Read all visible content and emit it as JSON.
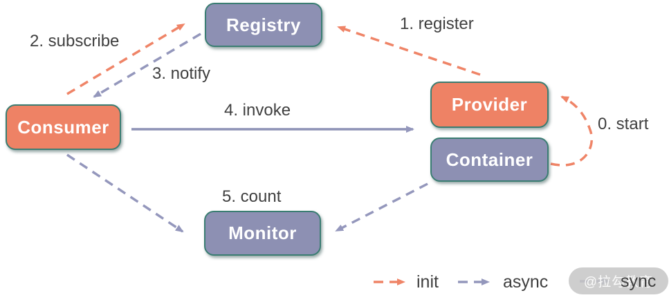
{
  "diagram": {
    "title_present": false,
    "nodes": {
      "registry": {
        "label": "Registry",
        "fill": "#8d90b3"
      },
      "consumer": {
        "label": "Consumer",
        "fill": "#ee8265"
      },
      "provider": {
        "label": "Provider",
        "fill": "#ee8265"
      },
      "container": {
        "label": "Container",
        "fill": "#8d90b3"
      },
      "monitor": {
        "label": "Monitor",
        "fill": "#8d90b3"
      }
    },
    "edges": {
      "start": {
        "label": "0. start",
        "style": "init-dashed",
        "from": "container",
        "to": "provider"
      },
      "register": {
        "label": "1. register",
        "style": "init-dashed",
        "from": "provider",
        "to": "registry"
      },
      "subscribe": {
        "label": "2. subscribe",
        "style": "init-dashed",
        "from": "consumer",
        "to": "registry"
      },
      "notify": {
        "label": "3. notify",
        "style": "async-dashed",
        "from": "registry",
        "to": "consumer"
      },
      "invoke": {
        "label": "4. invoke",
        "style": "sync-solid",
        "from": "consumer",
        "to": "provider"
      },
      "count": {
        "label": "5. count",
        "style": "async-dashed",
        "from": "consumer, container",
        "to": "monitor"
      }
    },
    "legend": {
      "init": {
        "label": "init",
        "arrow_color": "#ef8467",
        "line": "dashed"
      },
      "async": {
        "label": "async",
        "arrow_color": "#9497bc",
        "line": "dashed"
      },
      "sync": {
        "label": "sync",
        "arrow_color": "#9497bc",
        "line": "dashed-obscured-by-watermark"
      }
    },
    "watermark": {
      "text": "@拉勾教育"
    },
    "colors": {
      "node_border": "#3a7d72",
      "node_orange": "#ee8265",
      "node_purple": "#8d90b3",
      "arrow_orange": "#ef8467",
      "arrow_purple": "#9497bc",
      "label_text": "#3f3f3f",
      "background": "#ffffff"
    }
  }
}
